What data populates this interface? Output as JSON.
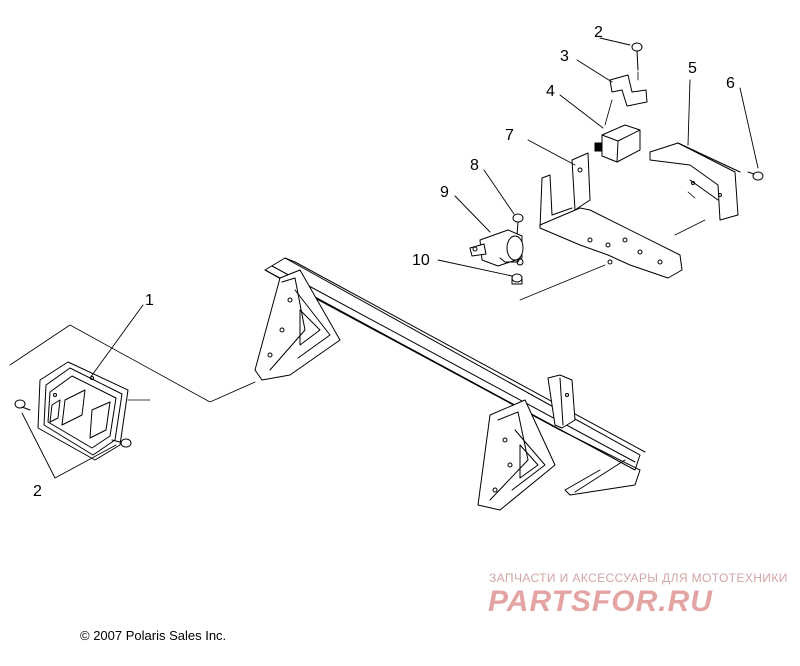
{
  "callouts": [
    "1",
    "2",
    "3",
    "4",
    "5",
    "6",
    "7",
    "8",
    "9",
    "10",
    "2"
  ],
  "copyright": "© 2007 Polaris Sales Inc.",
  "watermark": {
    "tagline": "ЗАПЧАСТИ И АКСЕССУАРЫ ДЛЯ МОТОТЕХНИКИ",
    "logo": "PARTSFOR.RU"
  }
}
